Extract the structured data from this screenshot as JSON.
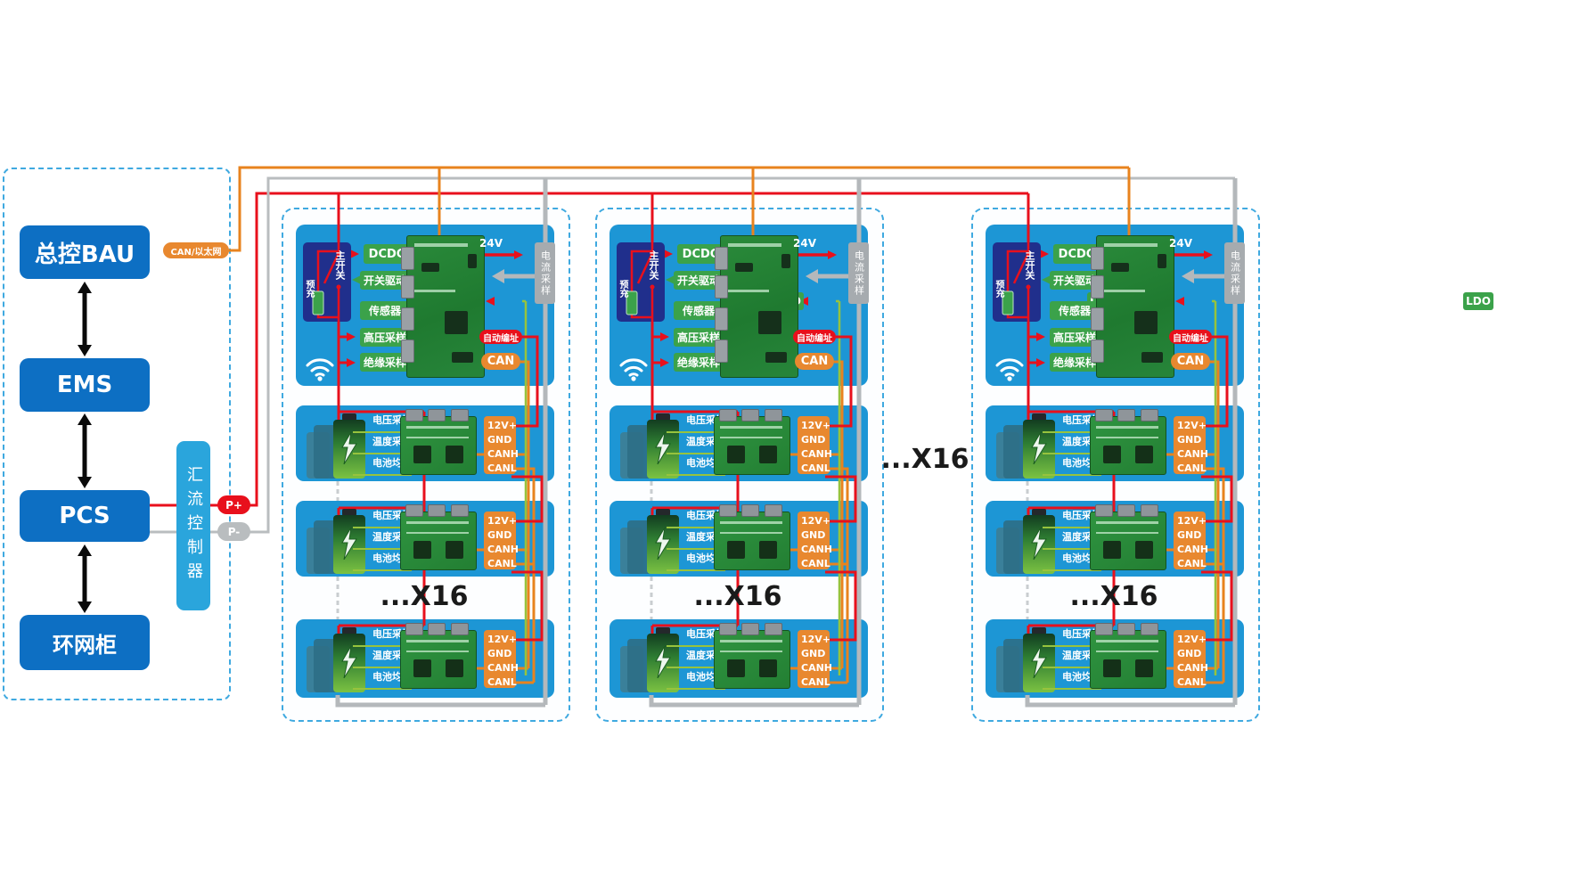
{
  "left_panel": {
    "bau_label": "总控BAU",
    "can_eth_label": "CAN/以太网",
    "ems_label": "EMS",
    "pcs_label": "PCS",
    "ring_main_unit_label": "环网柜",
    "combiner_controller_label": "汇流控制器",
    "p_plus_label": "P+",
    "p_minus_label": "P-"
  },
  "cluster": {
    "supply_label": "24V",
    "main_switch_label": "主开关",
    "precharge_label": "预充",
    "dcdc_label": "DCDC",
    "switch_drive_label": "开关驱动",
    "sensor_label": "传感器",
    "hv_sampling_label": "高压采样",
    "insulation_sampling_label": "绝缘采样",
    "ldo_label": "LDO",
    "auto_addressing_label": "自动编址",
    "can_label": "CAN",
    "current_sampling_label": "电流采样",
    "x16_label": "...X16",
    "module": {
      "voltage_sampling_label": "电压采样",
      "temperature_sampling_label": "温度采样",
      "balancing_label": "电池均衡",
      "pin_labels": [
        "12V+",
        "GND",
        "CANH",
        "CANL"
      ]
    }
  },
  "scale_note_label": "...X16",
  "colors": {
    "brand_blue": "#0d6fc3",
    "panel_blue": "#1d96d5",
    "light_blue": "#2aa5dc",
    "dashed_border": "#3fa9e0",
    "green": "#3ba24a",
    "lime": "#97c33d",
    "orange": "#e8831e",
    "red": "#e8101c",
    "gray_wire": "#b9bdbf",
    "navy": "#202f8c"
  }
}
